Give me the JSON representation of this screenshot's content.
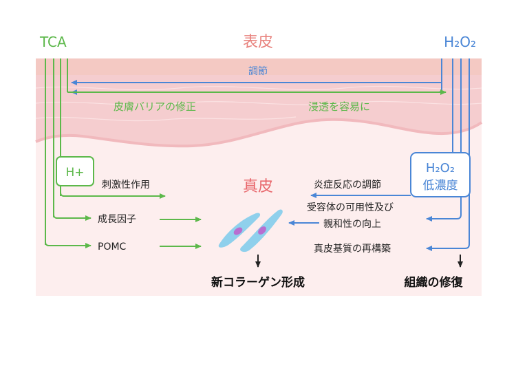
{
  "colors": {
    "tca_green": "#5cb84a",
    "h2o2_blue": "#4a86d6",
    "epidermis_label": "#e8827d",
    "dermis_label": "#e8666b",
    "skin_dark": "#f2c3c6",
    "skin_light": "#fdecec",
    "text_dark": "#222222"
  },
  "header": {
    "tca": "TCA",
    "epidermis": "表皮",
    "h2o2": "H₂O₂"
  },
  "labels": {
    "regulation": "調節",
    "barrier_repair": "皮膚バリアの修正",
    "penetration": "浸透を容易に",
    "dermis": "真皮",
    "h_plus": "H+",
    "stimulant_effect": "刺激性作用",
    "growth_factor": "成長因子",
    "pomc": "POMC",
    "h2o2_box_line1": "H₂O₂",
    "h2o2_box_line2": "低濃度",
    "inflammation_regulation": "炎症反応の調節",
    "receptor_line1": "受容体の可用性及び",
    "receptor_line2": "親和性の向上",
    "matrix_rebuild": "真皮基質の再構築",
    "new_collagen": "新コラーゲン形成",
    "tissue_repair": "組織の修復"
  }
}
